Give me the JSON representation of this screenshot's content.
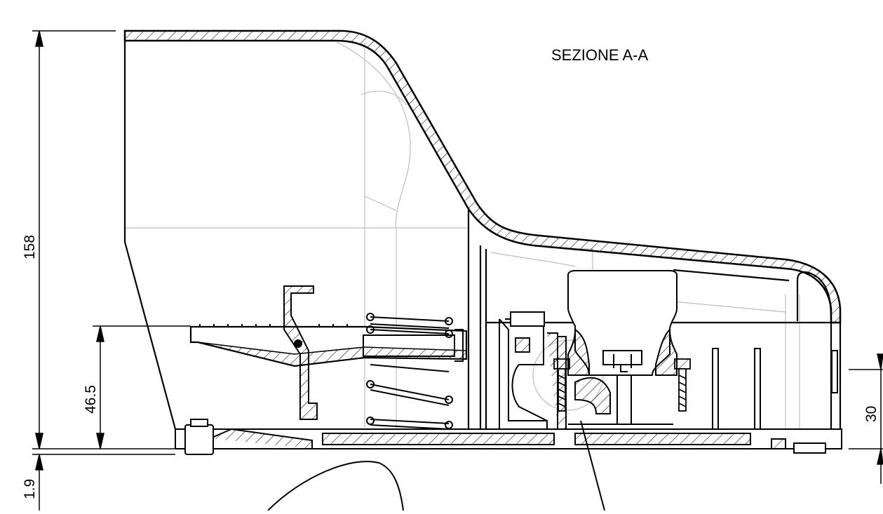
{
  "drawing": {
    "title": "SEZIONE A-A",
    "dimensions": {
      "overall_height": "158",
      "pedal_height": "46.5",
      "base_offset": "1.9",
      "right_height": "30"
    }
  },
  "colors": {
    "line": "#000000",
    "hidden_line": "#bdbdbd",
    "background": "#ffffff"
  }
}
